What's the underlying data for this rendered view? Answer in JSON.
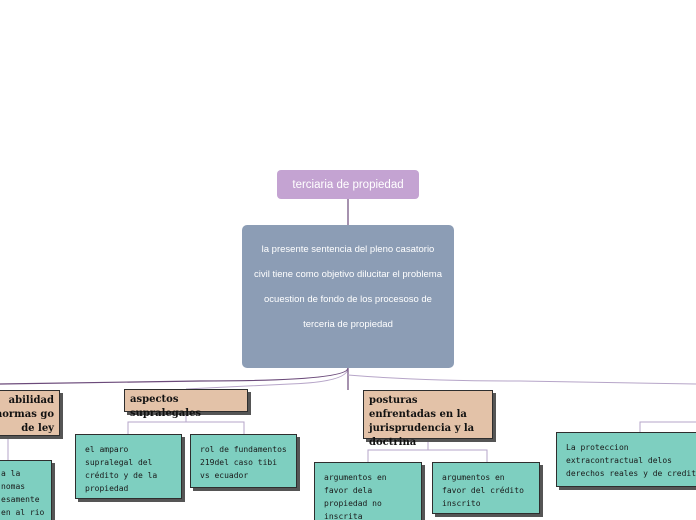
{
  "root": {
    "label": "terciaria de propiedad"
  },
  "main": {
    "text": "la presente sentencia del pleno casatorio civil tiene como objetivo dilucitar el problema ocuestion de fondo de los procesoso de terceria de propiedad"
  },
  "branches": {
    "left": {
      "label": "abilidad normas go de ley"
    },
    "center": {
      "label": "aspectos supralegales"
    },
    "right": {
      "label": "posturas enfrentadas en la jurisprudencia y la doctrina"
    }
  },
  "leaves": {
    "left_note": "a la nomas esamente en al rio no",
    "amparo": "el amparo supralegal del crédito y de la propiedad",
    "rol": "rol de fundamentos 219del caso tibi vs ecuador",
    "favor_propiedad": "argumentos en favor dela propiedad no inscrita",
    "favor_credito": "argumentos en favor del crédito inscrito",
    "proteccion": "La proteccion extracontractual delos derechos reales y de credito"
  },
  "colors": {
    "root": "#c4a3d2",
    "main": "#8c9db5",
    "branch": "#e3c2a8",
    "leaf": "#7ecfc0",
    "connector_dark": "#6b4a7a",
    "connector_light": "#b6a5c8"
  }
}
